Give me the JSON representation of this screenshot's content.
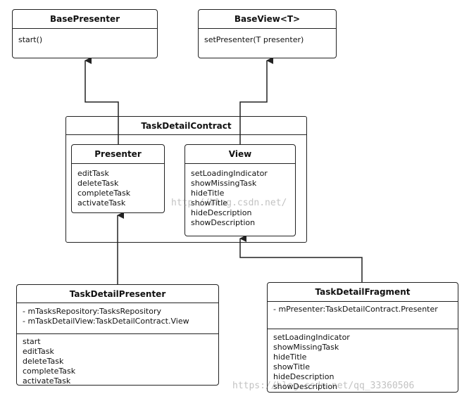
{
  "base_presenter": {
    "name": "BasePresenter",
    "methods": [
      "start()"
    ]
  },
  "base_view": {
    "name": "BaseView<T>",
    "methods": [
      "setPresenter(T presenter)"
    ]
  },
  "contract": {
    "name": "TaskDetailContract",
    "presenter": {
      "name": "Presenter",
      "methods": [
        "editTask",
        "deleteTask",
        "completeTask",
        "activateTask"
      ]
    },
    "view": {
      "name": "View",
      "methods": [
        "setLoadingIndicator",
        "showMissingTask",
        "hideTitle",
        "showTitle",
        "hideDescription",
        "showDescription"
      ]
    }
  },
  "task_detail_presenter": {
    "name": "TaskDetailPresenter",
    "fields": [
      "-  mTasksRepository:TasksRepository",
      "-  mTaskDetailView:TaskDetailContract.View"
    ],
    "methods": [
      "start",
      "editTask",
      "deleteTask",
      "completeTask",
      "activateTask"
    ]
  },
  "task_detail_fragment": {
    "name": "TaskDetailFragment",
    "fields": [
      "- mPresenter:TaskDetailContract.Presenter"
    ],
    "methods": [
      "setLoadingIndicator",
      "showMissingTask",
      "hideTitle",
      "showTitle",
      "hideDescription",
      "showDescription"
    ]
  },
  "watermarks": {
    "mid": "http://blog.csdn.net/",
    "bottom": "https://blog.csdn.net/qq_33360506"
  }
}
